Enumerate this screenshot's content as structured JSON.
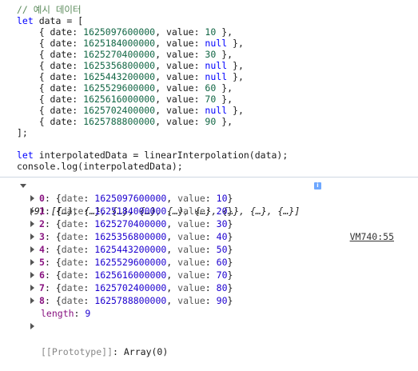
{
  "code": {
    "comment": "// 예시 데이터",
    "let1_kw": "let",
    "let1_rest": " data = [",
    "rows": [
      {
        "date": "1625097600000",
        "value": "10"
      },
      {
        "date": "1625184000000",
        "value": "null"
      },
      {
        "date": "1625270400000",
        "value": "30"
      },
      {
        "date": "1625356800000",
        "value": "null"
      },
      {
        "date": "1625443200000",
        "value": "null"
      },
      {
        "date": "1625529600000",
        "value": "60"
      },
      {
        "date": "1625616000000",
        "value": "70"
      },
      {
        "date": "1625702400000",
        "value": "null"
      },
      {
        "date": "1625788800000",
        "value": "90"
      }
    ],
    "close": "];",
    "let2_kw": "let",
    "let2_rest": " interpolatedData = linearInterpolation(data);",
    "log_line": "console.log(interpolatedData);"
  },
  "console": {
    "summary": "(9) [{…}, {…}, {…}, {…}, {…}, {…}, {…}, {…}, {…}]",
    "info_badge": "i",
    "source_link": "VM740:55",
    "entries": [
      {
        "index": "0",
        "date": "1625097600000",
        "value": "10"
      },
      {
        "index": "1",
        "date": "1625184000000",
        "value": "20"
      },
      {
        "index": "2",
        "date": "1625270400000",
        "value": "30"
      },
      {
        "index": "3",
        "date": "1625356800000",
        "value": "40"
      },
      {
        "index": "4",
        "date": "1625443200000",
        "value": "50"
      },
      {
        "index": "5",
        "date": "1625529600000",
        "value": "60"
      },
      {
        "index": "6",
        "date": "1625616000000",
        "value": "70"
      },
      {
        "index": "7",
        "date": "1625702400000",
        "value": "80"
      },
      {
        "index": "8",
        "date": "1625788800000",
        "value": "90"
      }
    ],
    "length_key": "length",
    "length_value": "9",
    "prototype_label": "[[Prototype]]",
    "prototype_value": "Array(0)"
  }
}
